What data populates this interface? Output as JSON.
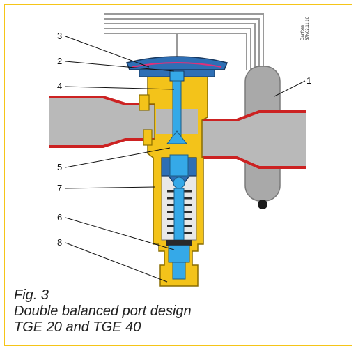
{
  "caption": {
    "fig_label": "Fig. 3",
    "title": "Double balanced port design",
    "models": "TGE 20 and TGE 40"
  },
  "side_text": {
    "brand": "Danfoss",
    "code": "87N02.11.10"
  },
  "callouts": [
    "1",
    "2",
    "3",
    "4",
    "5",
    "6",
    "7",
    "8"
  ],
  "colors": {
    "frame": "#f5c518",
    "body_brass": "#f3c31a",
    "pipe_grey": "#b9b9b9",
    "pipe_wall": "#cc2222",
    "spindle_blue": "#35a9e8",
    "diaphragm_blue": "#2e6fb5",
    "bulb_grey": "#a9a9a9",
    "spring": "#2a2a2a"
  }
}
